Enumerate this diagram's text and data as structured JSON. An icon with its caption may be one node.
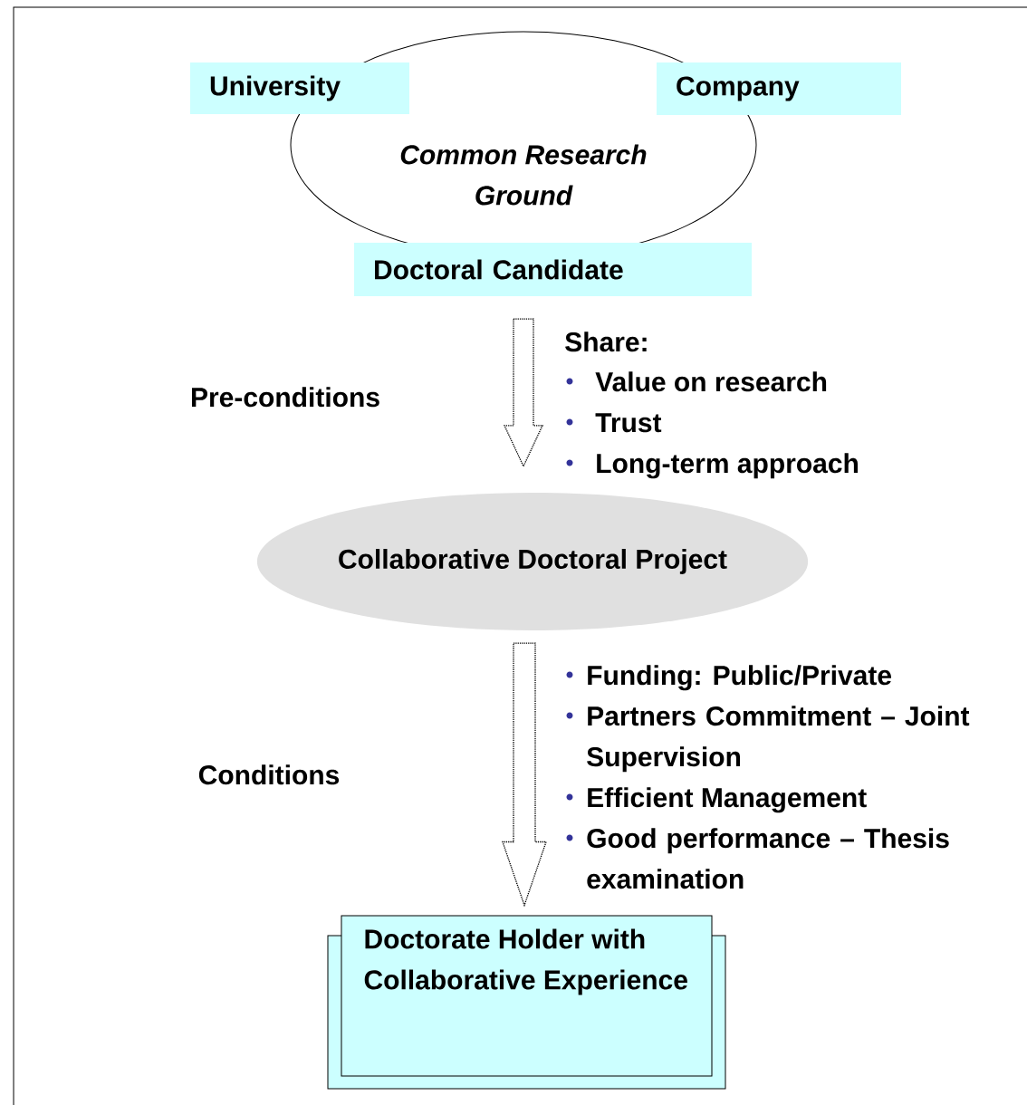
{
  "diagram": {
    "nodes": [
      {
        "text": [
          "Common Research Ground"
        ]
      },
      {
        "text": [
          "University"
        ]
      },
      {
        "text": [
          "Company"
        ]
      },
      {
        "text": [
          "Doctoral Candidate"
        ]
      },
      {
        "text": [
          "Collaborative Doctoral Project"
        ]
      },
      {
        "text": [
          "Doctorate Holder with Collaborative Experience"
        ]
      }
    ],
    "edges": [
      {
        "from": 3,
        "to": 4,
        "arrow": "to"
      },
      {
        "from": 4,
        "to": 5,
        "arrow": "to"
      }
    ],
    "labels": [
      "Pre-conditions",
      "Share:",
      "Value on research",
      "Trust",
      "Long-term approach",
      "Conditions",
      "Funding: Public/Private",
      "Partners Commitment – Joint Supervision",
      "Efficient Management",
      "Good performance – Thesis examination"
    ]
  }
}
